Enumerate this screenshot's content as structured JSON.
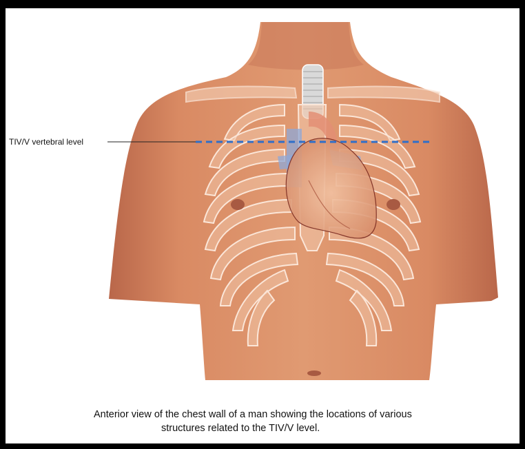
{
  "diagram": {
    "level_label": "TIV/V vertebral level",
    "caption_line1": "Anterior view of the chest wall of a man showing the locations of various",
    "caption_line2": "structures related to the TIV/V level."
  },
  "colors": {
    "skin": "#d98a63",
    "skin_shadow": "#b9674a",
    "rib_fill": "#f0c4a8",
    "rib_stroke": "#fbe6d8",
    "heart": "#e6a27e",
    "vessel_blue": "#8ea8d8",
    "level_line": "#2f6fc9"
  }
}
